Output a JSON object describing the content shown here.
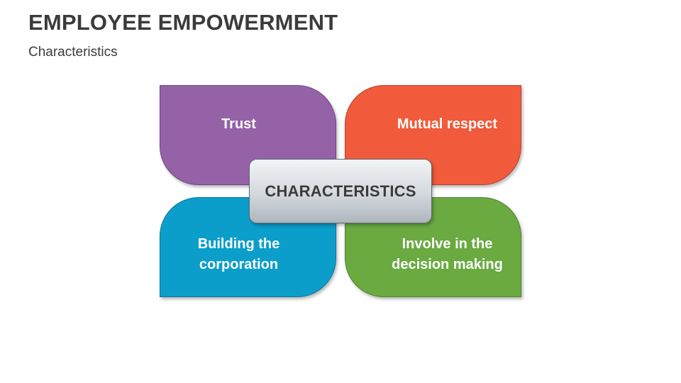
{
  "header": {
    "title": "EMPLOYEE EMPOWERMENT",
    "subtitle": "Characteristics"
  },
  "diagram": {
    "center": "CHARACTERISTICS",
    "items": [
      {
        "label": "Trust",
        "color": "#9562a8"
      },
      {
        "label": "Mutual respect",
        "color": "#f15a3b"
      },
      {
        "label": "Building the\ncorporation",
        "color": "#0b9ecb"
      },
      {
        "label": "Involve in the\ndecision making",
        "color": "#6aaa41"
      }
    ]
  }
}
